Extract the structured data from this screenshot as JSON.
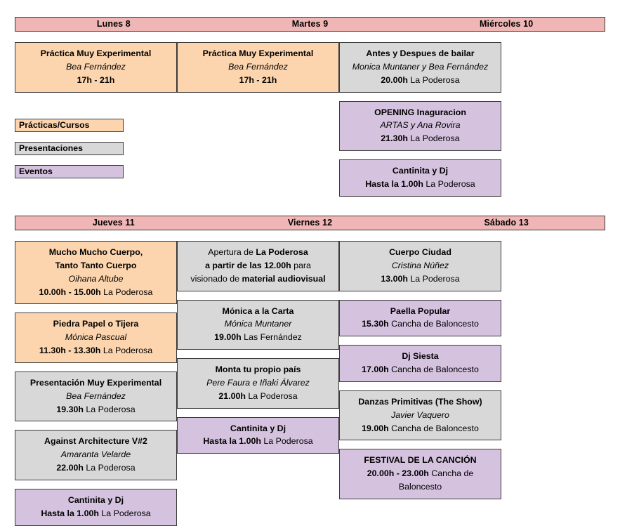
{
  "legend": {
    "items": [
      {
        "label": "Prácticas/Cursos",
        "category": "practica",
        "color": "#fcd5ae"
      },
      {
        "label": "Presentaciones",
        "category": "presentacion",
        "color": "#d8d8d8"
      },
      {
        "label": "Eventos",
        "category": "evento",
        "color": "#d5c2df"
      }
    ]
  },
  "palette": {
    "header_pink": "#f0b5b5",
    "practica_peach": "#fcd5ae",
    "presentacion_gray": "#d8d8d8",
    "evento_purple": "#d5c2df",
    "border": "#3b3b3b"
  },
  "weeks": [
    {
      "days": [
        {
          "header": "Lunes 8",
          "events": [
            {
              "category": "practica",
              "title": "Práctica Muy Experimental",
              "author": "Bea Fernández",
              "time": "17h - 21h",
              "place": ""
            }
          ]
        },
        {
          "header": "Martes 9",
          "events": [
            {
              "category": "practica",
              "title": "Práctica Muy Experimental",
              "author": "Bea Fernández",
              "time": "17h - 21h",
              "place": ""
            }
          ]
        },
        {
          "header": "Miércoles 10",
          "events": [
            {
              "category": "presentacion",
              "title": "Antes y Despues de bailar",
              "author": "Monica Muntaner y Bea Fernández",
              "time": "20.00h",
              "place": "La Poderosa"
            },
            {
              "category": "evento",
              "title": "OPENING Inaguracion",
              "author": "ARTAS y Ana Rovira",
              "time": "21.30h",
              "place": "La Poderosa"
            },
            {
              "category": "evento",
              "title": "Cantinita y Dj",
              "author": "",
              "time": "Hasta la 1.00h",
              "place": "La Poderosa"
            }
          ]
        }
      ]
    },
    {
      "days": [
        {
          "header": "Jueves 11",
          "events": [
            {
              "category": "practica",
              "title": "Mucho Mucho Cuerpo,\nTanto Tanto Cuerpo",
              "author": "Oihana Altube",
              "time": "10.00h - 15.00h",
              "place": "La Poderosa"
            },
            {
              "category": "practica",
              "title": "Piedra Papel o Tijera",
              "author": "Mónica Pascual",
              "time": "11.30h - 13.30h",
              "place": "La Poderosa"
            },
            {
              "category": "presentacion",
              "title": "Presentación Muy Experimental",
              "author": "Bea Fernández",
              "time": "19.30h",
              "place": "La Poderosa"
            },
            {
              "category": "presentacion",
              "title": "Against Architecture V#2",
              "author": "Amaranta Velarde",
              "time": "22.00h",
              "place": "La Poderosa"
            },
            {
              "category": "evento",
              "title": "Cantinita y Dj",
              "author": "",
              "time": "Hasta la 1.00h",
              "place": "La Poderosa"
            }
          ]
        },
        {
          "header": "Viernes 12",
          "events": [
            {
              "category": "presentacion",
              "rich_lines": [
                [
                  {
                    "text": "Apertura de ",
                    "bold": false
                  },
                  {
                    "text": "La Poderosa",
                    "bold": true
                  }
                ],
                [
                  {
                    "text": "a partir de las 12.00h",
                    "bold": true
                  },
                  {
                    "text": " para",
                    "bold": false
                  }
                ],
                [
                  {
                    "text": "visionado de ",
                    "bold": false
                  },
                  {
                    "text": "material audiovisual",
                    "bold": true
                  }
                ]
              ]
            },
            {
              "category": "presentacion",
              "title": "Mónica a la Carta",
              "author": "Mónica Muntaner",
              "time": "19.00h",
              "place": "Las Fernández"
            },
            {
              "category": "presentacion",
              "title": "Monta tu propio país",
              "author": "Pere Faura e Iñaki Álvarez",
              "time": "21.00h",
              "place": "La Poderosa"
            },
            {
              "category": "evento",
              "title": "Cantinita y Dj",
              "author": "",
              "time": "Hasta la 1.00h",
              "place": "La Poderosa"
            }
          ]
        },
        {
          "header": "Sábado 13",
          "events": [
            {
              "category": "presentacion",
              "title": "Cuerpo Ciudad",
              "author": "Cristina Núñez",
              "time": "13.00h",
              "place": "La Poderosa"
            },
            {
              "category": "evento",
              "title": "Paella Popular",
              "author": "",
              "time": "15.30h",
              "place": "Cancha de Baloncesto"
            },
            {
              "category": "evento",
              "title": "Dj Siesta",
              "author": "",
              "time": "17.00h",
              "place": "Cancha de Baloncesto"
            },
            {
              "category": "presentacion",
              "title": "Danzas Primitivas (The Show)",
              "author": "Javier Vaquero",
              "time": "19.00h",
              "place": "Cancha de Baloncesto"
            },
            {
              "category": "evento",
              "title": "FESTIVAL DE LA CANCIÓN",
              "author": "",
              "time": "20.00h - 23.00h",
              "place": "Cancha de Baloncesto"
            }
          ]
        }
      ]
    }
  ]
}
